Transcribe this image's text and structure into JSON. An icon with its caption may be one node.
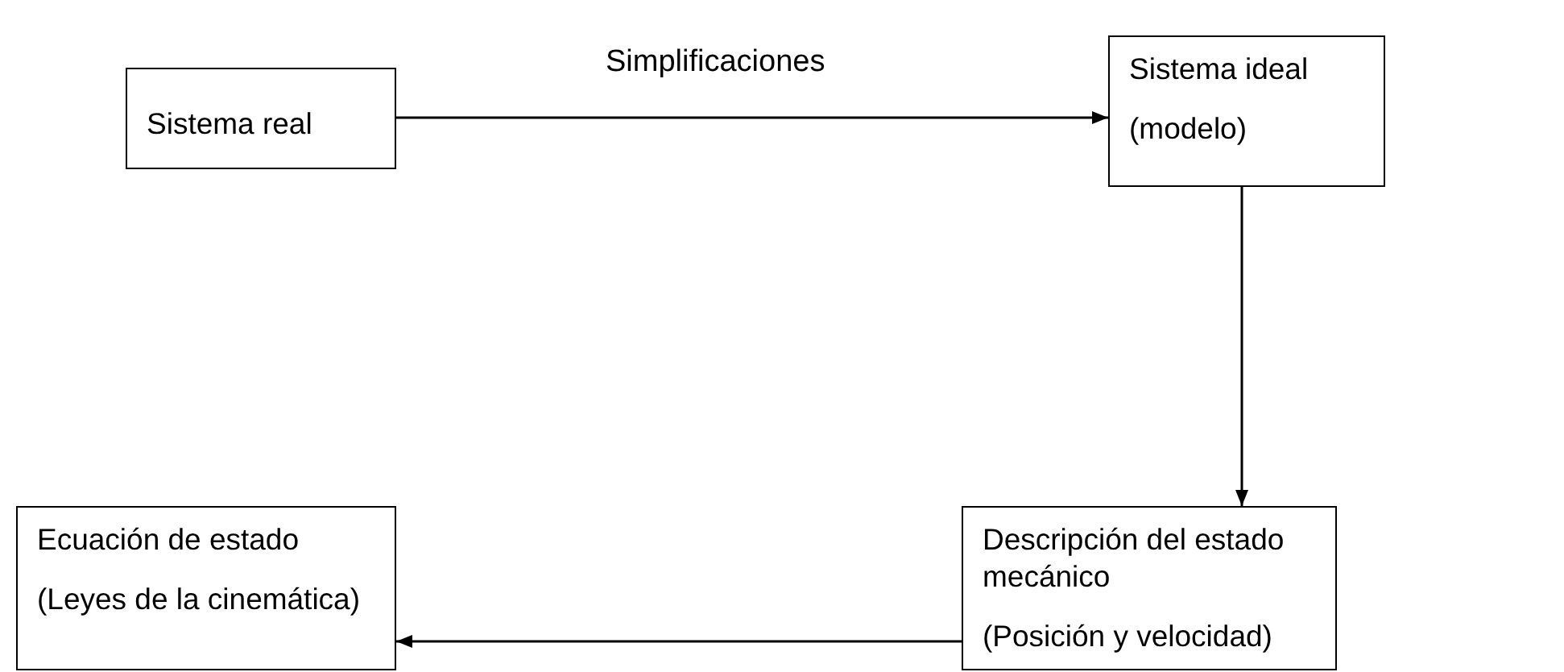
{
  "diagram": {
    "nodes": [
      {
        "text": [
          "Sistema real"
        ]
      },
      {
        "text": [
          "Sistema ideal",
          "(modelo)"
        ]
      },
      {
        "text": [
          "Ecuación de estado",
          "(Leyes de la cinemática)"
        ]
      },
      {
        "text": [
          "Descripción del estado mecánico",
          "(Posición y velocidad)"
        ]
      }
    ],
    "edges": [
      {
        "from": 0,
        "to": 1,
        "arrow": "to",
        "label": "Simplificaciones"
      },
      {
        "from": 1,
        "to": 3,
        "arrow": "to"
      },
      {
        "from": 3,
        "to": 2,
        "arrow": "to"
      }
    ]
  }
}
